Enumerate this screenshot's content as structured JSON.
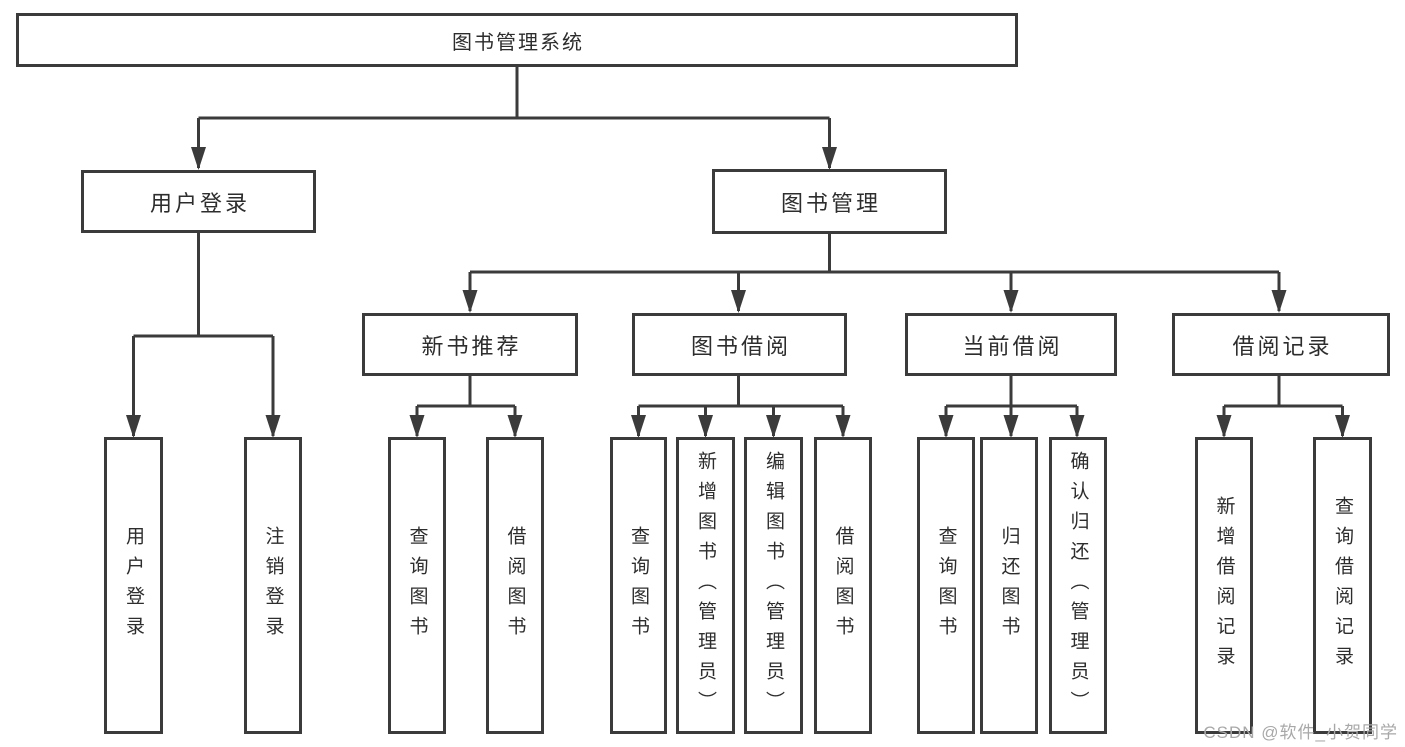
{
  "root": {
    "label": "图书管理系统"
  },
  "level2": [
    {
      "label": "用户登录"
    },
    {
      "label": "图书管理"
    }
  ],
  "level3": [
    {
      "label": "新书推荐"
    },
    {
      "label": "图书借阅"
    },
    {
      "label": "当前借阅"
    },
    {
      "label": "借阅记录"
    }
  ],
  "leaves": [
    {
      "label": "用户登录"
    },
    {
      "label": "注销登录"
    },
    {
      "label": "查询图书"
    },
    {
      "label": "借阅图书"
    },
    {
      "label": "查询图书"
    },
    {
      "label": "新增图书（管理员）"
    },
    {
      "label": "编辑图书（管理员）"
    },
    {
      "label": "借阅图书"
    },
    {
      "label": "查询图书"
    },
    {
      "label": "归还图书"
    },
    {
      "label": "确认归还（管理员）"
    },
    {
      "label": "新增借阅记录"
    },
    {
      "label": "查询借阅记录"
    }
  ],
  "watermark": {
    "text": "CSDN @软件_小贺同学"
  },
  "colors": {
    "line": "#3b3b3b",
    "text": "#2d2d2d",
    "watermark": "#a8a8a8",
    "background": "#ffffff"
  }
}
